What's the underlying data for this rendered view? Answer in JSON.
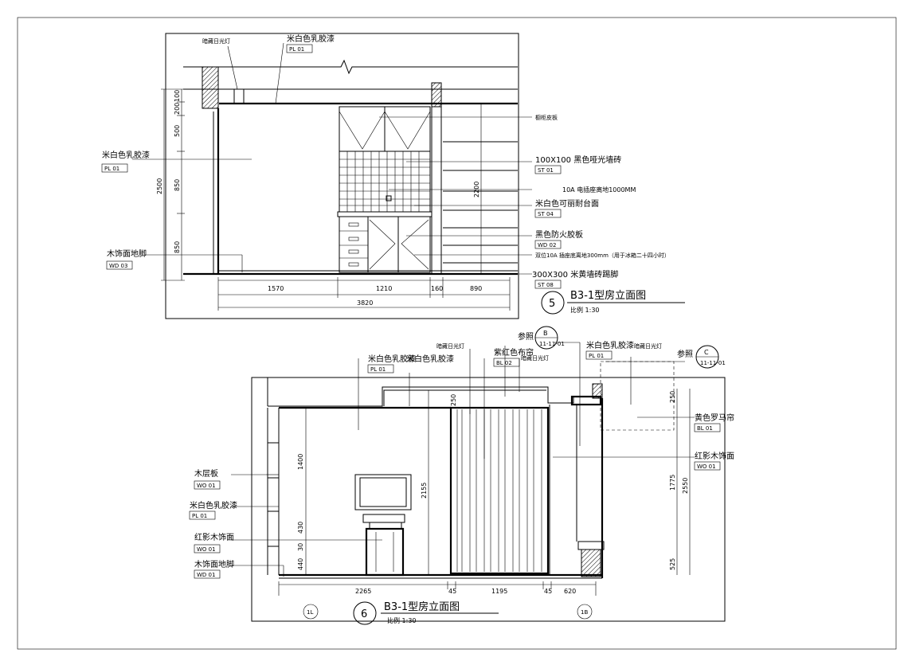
{
  "elev5": {
    "title": "B3-1型房立面图",
    "number": "5",
    "scale": "比例  1:30",
    "labels": {
      "hidden_light": "暗藏日光灯",
      "latex_top": "米白色乳胶漆",
      "latex_top_code": "PL  01",
      "latex_left": "米白色乳胶漆",
      "latex_left_code": "PL  01",
      "wood_skirt": "木饰面地脚",
      "wood_skirt_code": "WD  03",
      "cabinet_skin": "橱柜皮板",
      "tile": "100X100 黑色哑光墙砖",
      "tile_code": "ST  01",
      "socket": "10A 电插座离地1000MM",
      "counter": "米白色可丽耐台面",
      "counter_code": "ST  04",
      "fireproof": "黑色防火胶板",
      "fireproof_code": "WD  02",
      "socket2": "双位10A 插座底离地300mm（用于冰箱二十四小时）",
      "skirting": "300X300 米黄墙砖踢脚",
      "skirting_code": "ST  08"
    },
    "dims_h": [
      "1570",
      "1210",
      "160",
      "890"
    ],
    "dim_total": "3820",
    "dims_v": [
      "100",
      "200",
      "500",
      "850",
      "850"
    ],
    "dim_v_total": "2500",
    "dim_2200": "2200"
  },
  "elev6": {
    "title": "B3-1型房立面图",
    "number": "6",
    "scale": "比例  1:30",
    "labels": {
      "hidden_light": "暗藏日光灯",
      "latex1": "米白色乳胶漆",
      "latex1_code": "PL  01",
      "latex2": "米白色乳胶漆",
      "latex3": "米白色乳胶漆",
      "latex3_code": "PL  01",
      "ref_b": "参照",
      "ref_b_letter": "B",
      "ref_b_sheet": "11-11-01",
      "curtain": "紫红色布帘",
      "curtain_code": "BL  02",
      "hidden_light2": "暗藏日光灯",
      "hidden_light3": "暗藏日光灯",
      "ref_c": "参照",
      "ref_c_letter": "C",
      "ref_c_sheet": "11-11-01",
      "roman_blind": "黄色罗马帘",
      "roman_blind_code": "BL  01",
      "red_wood": "红影木饰面",
      "red_wood_code": "WO  01",
      "wood_shelf": "木层板",
      "wood_shelf_code": "WO  01",
      "latex_left": "米白色乳胶漆",
      "latex_left_code": "PL  01",
      "red_wood_left": "红影木饰面",
      "red_wood_left_code": "WO  01",
      "wood_skirt": "木饰面地脚",
      "wood_skirt_code": "WD  01"
    },
    "dims_h": [
      "2265",
      "45",
      "1195",
      "45",
      "620"
    ],
    "dims_v_left": [
      "250",
      "1400",
      "430",
      "30",
      "440"
    ],
    "dim_2155": "2155",
    "dims_v_right": [
      "250",
      "1775",
      "525"
    ],
    "dim_v_total": "2550",
    "grid_left": "1L",
    "grid_right": "1B"
  }
}
